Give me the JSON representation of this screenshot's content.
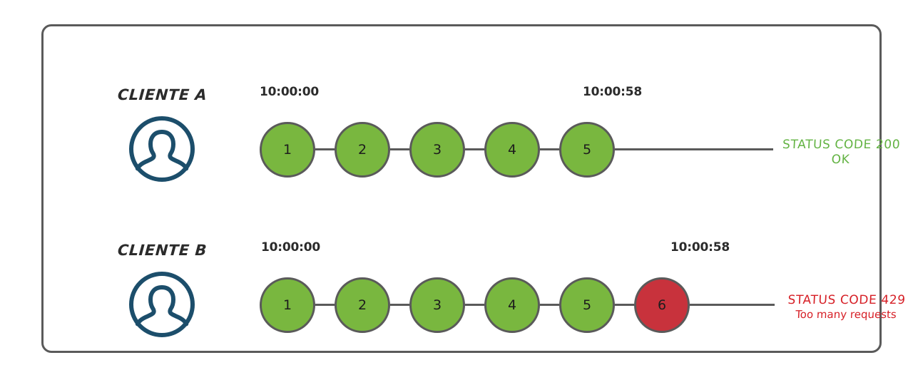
{
  "diagram": {
    "title_present": false,
    "colors": {
      "frame_border": "#5a5a5a",
      "node_ok_fill": "#79b73f",
      "node_fail_fill": "#c8323c",
      "node_stroke": "#5a5a5a",
      "avatar": "#1c4e6b",
      "status_ok_text": "#63b343",
      "status_fail_text": "#d61f26",
      "timestamp_text": "#2b2b2b",
      "label_text": "#2b2b2b",
      "background": "#ffffff"
    },
    "rows": [
      {
        "client_label": "CLIENTE A",
        "avatar_icon": "user-avatar-icon",
        "timestamp_start": "10:00:00",
        "timestamp_end": "10:00:58",
        "nodes": [
          {
            "label": "1",
            "state": "ok"
          },
          {
            "label": "2",
            "state": "ok"
          },
          {
            "label": "3",
            "state": "ok"
          },
          {
            "label": "4",
            "state": "ok"
          },
          {
            "label": "5",
            "state": "ok"
          }
        ],
        "status": {
          "line1": "STATUS CODE 200",
          "line2": "OK",
          "state": "ok"
        }
      },
      {
        "client_label": "CLIENTE B",
        "avatar_icon": "user-avatar-icon",
        "timestamp_start": "10:00:00",
        "timestamp_end": "10:00:58",
        "nodes": [
          {
            "label": "1",
            "state": "ok"
          },
          {
            "label": "2",
            "state": "ok"
          },
          {
            "label": "3",
            "state": "ok"
          },
          {
            "label": "4",
            "state": "ok"
          },
          {
            "label": "5",
            "state": "ok"
          },
          {
            "label": "6",
            "state": "fail"
          }
        ],
        "status": {
          "line1": "STATUS CODE 429",
          "line2": "Too many requests",
          "state": "fail"
        }
      }
    ]
  }
}
